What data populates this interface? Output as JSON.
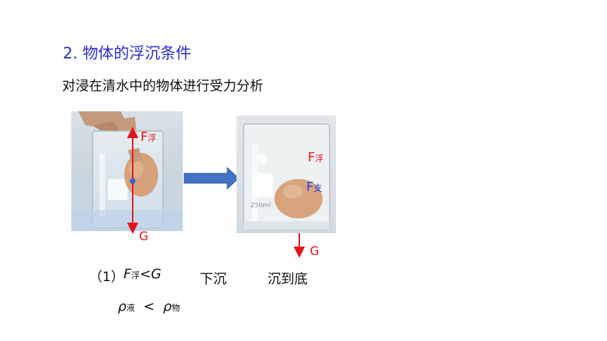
{
  "slide": {
    "title": "2. 物体的浮沉条件",
    "subtitle": "对浸在清水中的物体进行受力分析"
  },
  "figure_left": {
    "force_up_symbol": "F",
    "force_up_sub": "浮",
    "gravity_label": "G"
  },
  "figure_right": {
    "force_float_symbol": "F",
    "force_float_sub": "浮",
    "force_support_symbol": "F",
    "force_support_sub": "支",
    "gravity_label": "G",
    "beaker_mark": "250ml"
  },
  "condition": {
    "index": "（1）",
    "force_symbol": "F",
    "force_sub": "浮",
    "less_than": "<",
    "gravity": "G",
    "result_1": "下沉",
    "result_2": "沉到底",
    "rho": "ρ",
    "rho_liquid_sub": "液",
    "rho_object_sub": "物"
  },
  "colors": {
    "title": "#2b2bd6",
    "force_red": "#e8121a",
    "force_blue": "#2440e0",
    "arrow_fill": "#4472c4"
  }
}
